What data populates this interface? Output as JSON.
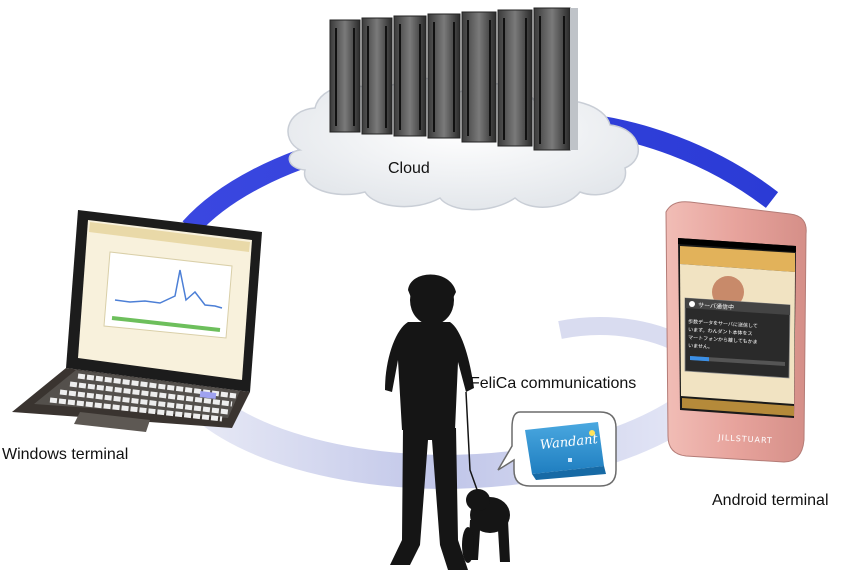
{
  "labels": {
    "cloud": "Cloud",
    "windows": "Windows terminal",
    "felica": "FeliCa communications",
    "android": "Android terminal"
  },
  "phone": {
    "dialog_title": "サーバ通信中",
    "dialog_line1": "歩数データをサーバに送信して",
    "dialog_line2": "います。わんダント本体をス",
    "dialog_line3": "マートフォンから離してもかま",
    "dialog_line4": "いません。",
    "brand": "JILLSTUART",
    "progress_pct": 0.2
  },
  "device": {
    "logo_text": "Wandant"
  },
  "colors": {
    "link_blue": "#2a3ed8",
    "link_light": "#c9cde8",
    "cloud": "#f4f6f8",
    "silhouette": "#151515",
    "phone_body": "#e8a9a3",
    "device_blue": "#2b8fd0"
  }
}
